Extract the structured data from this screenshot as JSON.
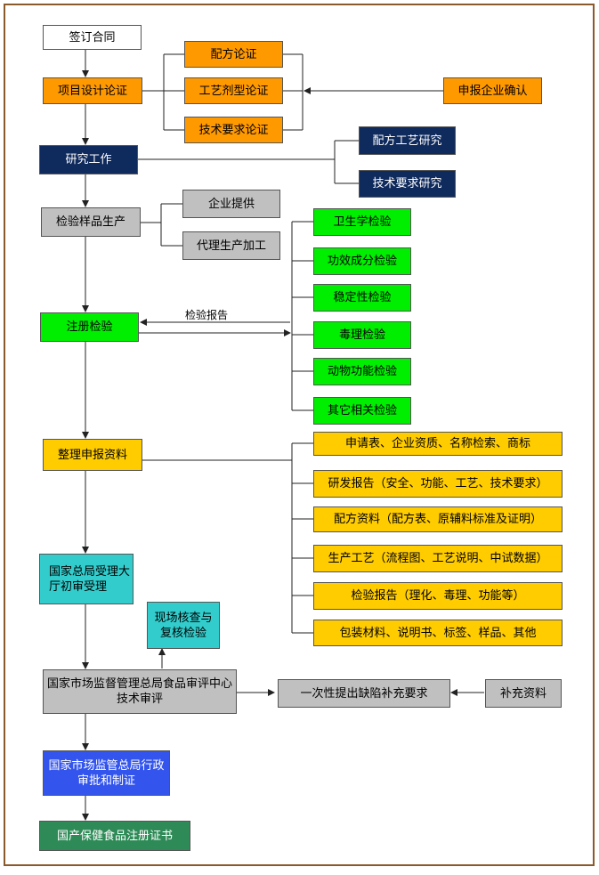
{
  "nodes": {
    "sign_contract": "签订合同",
    "project_design": "项目设计论证",
    "formula": "配方论证",
    "process": "工艺剂型论证",
    "tech_req": "技术要求论证",
    "company_confirm": "申报企业确认",
    "research": "研究工作",
    "formula_process_research": "配方工艺研究",
    "tech_req_research": "技术要求研究",
    "sample_production": "检验样品生产",
    "company_provide": "企业提供",
    "agent_production": "代理生产加工",
    "registration_test": "注册检验",
    "hygiene_test": "卫生学检验",
    "efficacy_test": "功效成分检验",
    "stability_test": "稳定性检验",
    "toxicology_test": "毒理检验",
    "animal_test": "动物功能检验",
    "other_test": "其它相关检验",
    "prepare_docs": "整理申报资料",
    "doc_application": "申请表、企业资质、名称检索、商标",
    "doc_rd_report": "研发报告（安全、功能、工艺、技术要求）",
    "doc_formula": "配方资料（配方表、原辅料标准及证明）",
    "doc_production": "生产工艺（流程图、工艺说明、中试数据）",
    "doc_test_report": "检验报告（理化、毒理、功能等）",
    "doc_packaging": "包装材料、说明书、标签、样品、其他",
    "hall_acceptance": "国家总局受理大厅初审受理",
    "onsite_check": "现场核查与复核检验",
    "tech_review": "国家市场监督管理总局食品审评中心技术审评",
    "defect_request": "一次性提出缺陷补充要求",
    "supplement": "补充资料",
    "admin_approval": "国家市场监管总局行政审批和制证",
    "certificate": "国产保健食品注册证书"
  },
  "edge_label": "检验报告",
  "colors": {
    "border": "#8b5a2b",
    "orange": "#ff9900",
    "navy": "#0f2a5c",
    "gray": "#c0c0c0",
    "green": "#00ee00",
    "yellow": "#ffcc00",
    "teal": "#33cccc",
    "blue": "#3355ee",
    "dark_green": "#2e8b57"
  }
}
